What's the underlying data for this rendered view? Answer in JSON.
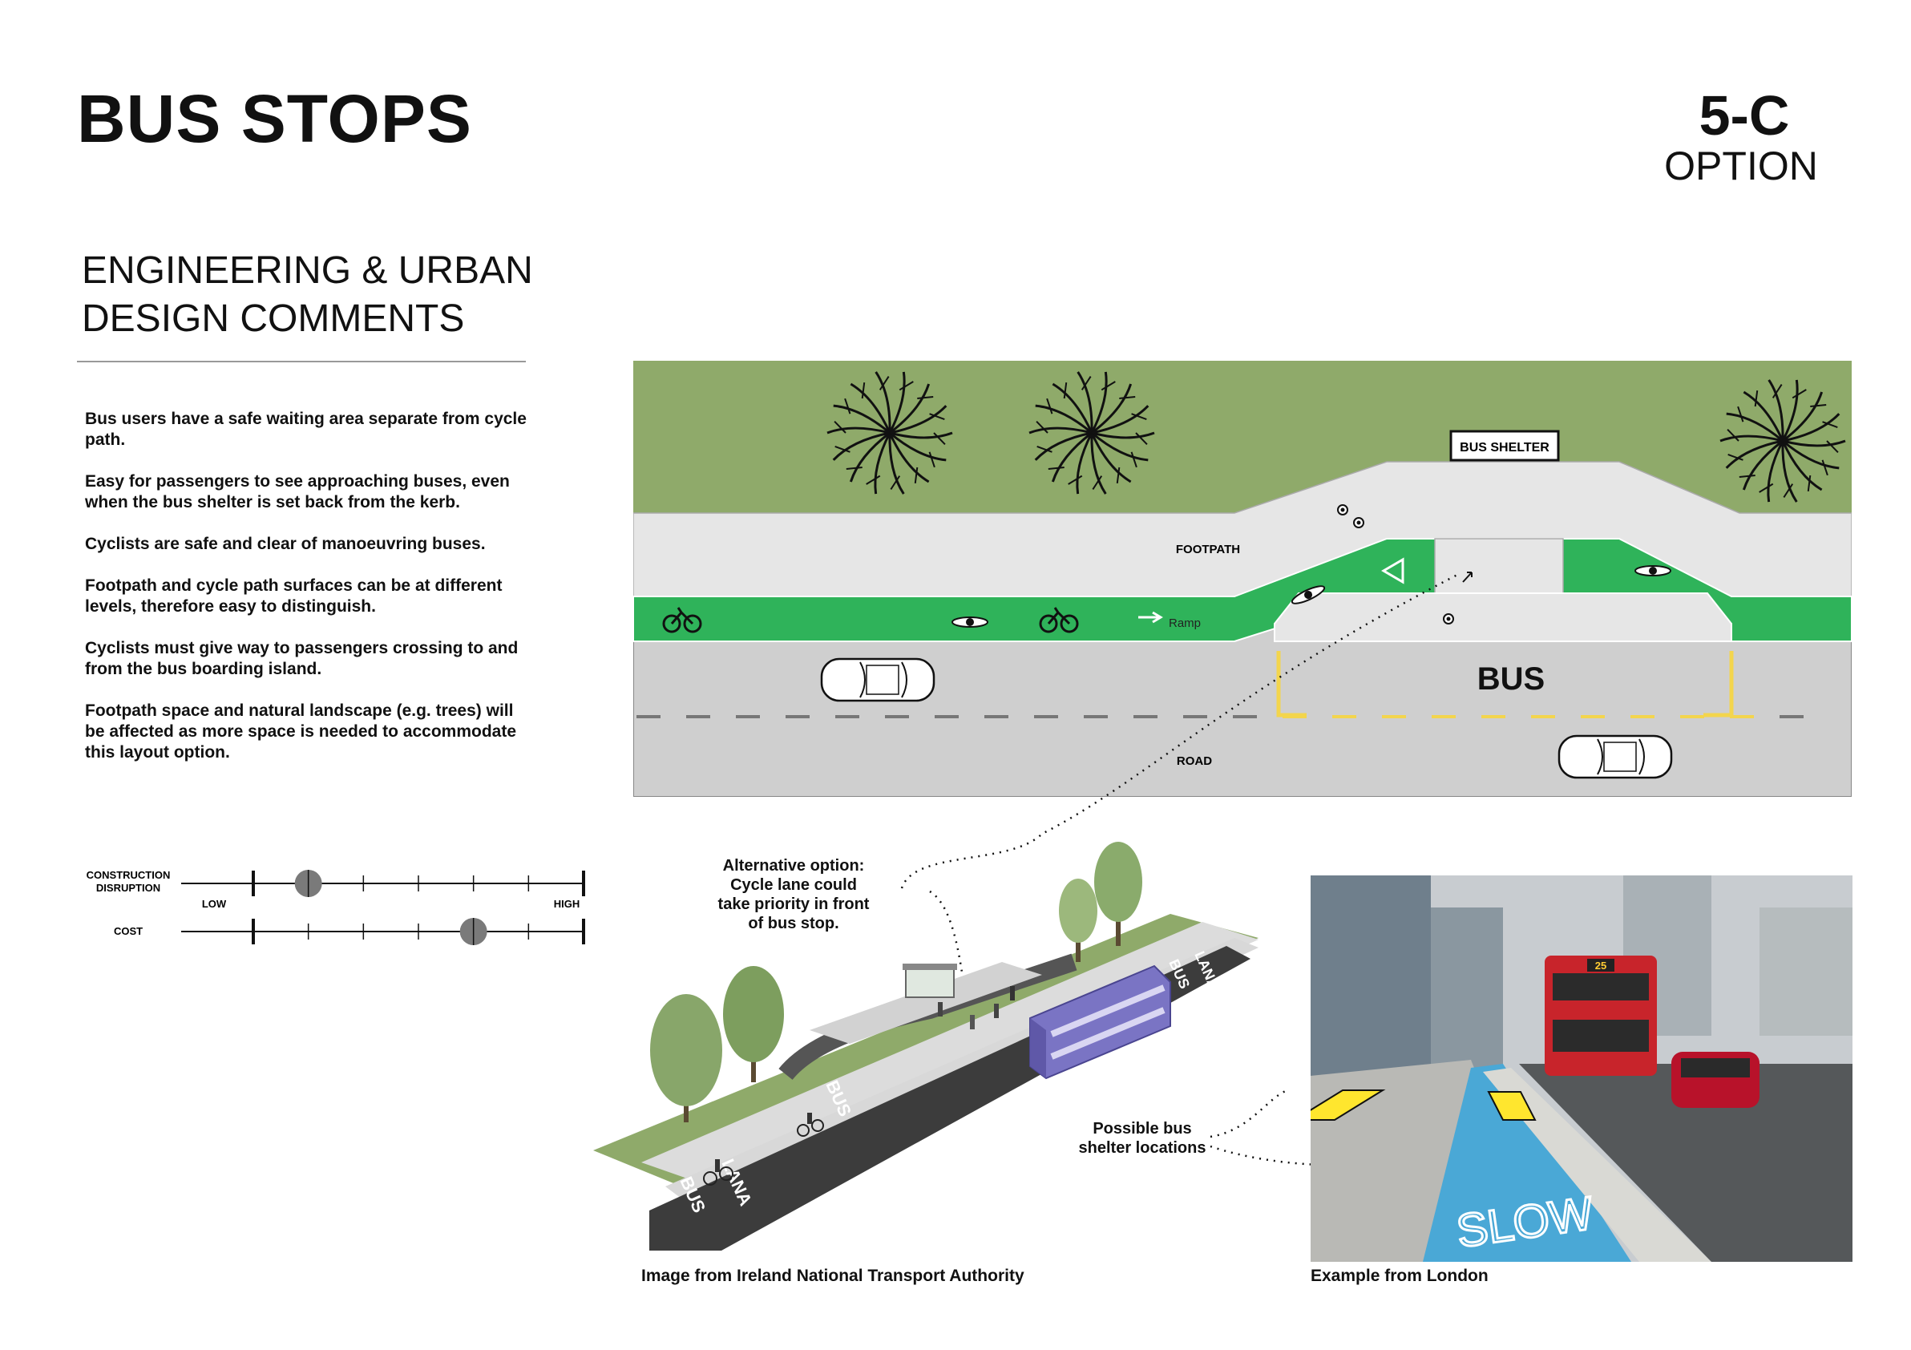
{
  "header": {
    "title": "BUS STOPS",
    "code": "5-C",
    "option_label": "OPTION"
  },
  "section": {
    "heading_line1": "ENGINEERING & URBAN",
    "heading_line2": "DESIGN COMMENTS"
  },
  "comments": [
    "Bus users have a safe waiting area separate from cycle path.",
    "Easy for passengers to see approaching buses, even when the bus shelter is set back from the kerb.",
    "Cyclists are safe and clear of manoeuvring buses.",
    "Footpath and cycle path surfaces can be at different levels, therefore easy to distinguish.",
    "Cyclists must give way to passengers crossing to and from the bus boarding island.",
    "Footpath space and natural landscape (e.g. trees) will be affected as more space is needed to accommodate this layout option."
  ],
  "rating": {
    "low_label": "LOW",
    "high_label": "HIGH",
    "scale_steps": 5,
    "rows": [
      {
        "label_line1": "CONSTRUCTION",
        "label_line2": "DISRUPTION",
        "level": 1
      },
      {
        "label_line1": "COST",
        "label_line2": "",
        "level": 4
      }
    ]
  },
  "plan": {
    "bus_shelter_label": "BUS SHELTER",
    "footpath_label": "FOOTPATH",
    "ramp_label": "Ramp",
    "bus_marking": "BUS",
    "road_label": "ROAD"
  },
  "callouts": {
    "alternative": [
      "Alternative option:",
      "Cycle lane could",
      "take priority in front",
      "of bus stop."
    ],
    "shelter": [
      "Possible bus",
      "shelter locations"
    ]
  },
  "iso": {
    "caption": "Image from Ireland National Transport Authority",
    "road_text_1": "BUS",
    "road_text_2": "LANA"
  },
  "photo": {
    "caption": "Example from London",
    "slow_text": "SLOW",
    "bus_number": "25"
  },
  "colors": {
    "grass": "#8faa6a",
    "cycle_green": "#2fb35a",
    "footpath": "#e6e6e6",
    "road": "#cfcfcf",
    "bus_marking_yellow": "#f3d54d",
    "shelter_yellow": "#ffe62e",
    "dot_fill": "#7a7a7a",
    "photo_cycle_blue": "#4aa8d6",
    "bus_red": "#c8242b",
    "iso_bus_purple": "#7a74c4"
  },
  "icons": {
    "tree": "tree-icon",
    "bicycle": "bicycle-icon",
    "pedestrian": "pedestrian-icon",
    "car": "car-icon",
    "arrow": "ramp-arrow-icon"
  }
}
